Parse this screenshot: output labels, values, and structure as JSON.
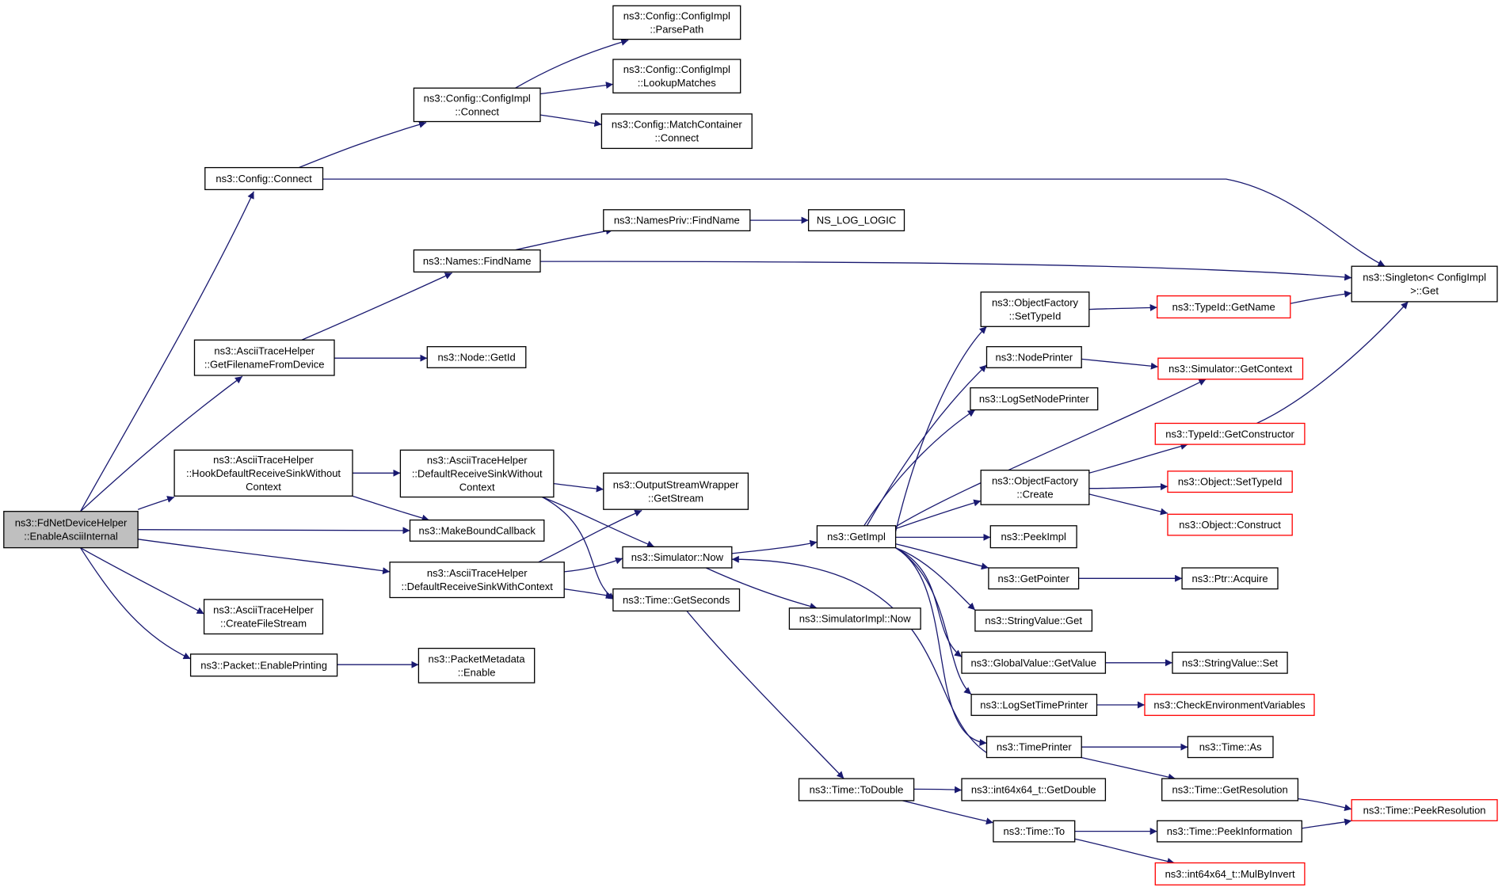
{
  "diagram": {
    "type": "doxygen-call-graph",
    "colors": {
      "edge": "#191970",
      "node_border": "#000000",
      "truncated_node_border": "#ff0000",
      "root_fill": "#bfbfbf",
      "node_fill": "#ffffff"
    },
    "nodes": [
      {
        "id": "root",
        "lines": [
          "ns3::FdNetDeviceHelper",
          "::EnableAsciiInternal"
        ],
        "style": "root"
      },
      {
        "id": "cfgconnect",
        "lines": [
          "ns3::Config::Connect"
        ]
      },
      {
        "id": "cimplconnect",
        "lines": [
          "ns3::Config::ConfigImpl",
          "::Connect"
        ]
      },
      {
        "id": "parsepath",
        "lines": [
          "ns3::Config::ConfigImpl",
          "::ParsePath"
        ]
      },
      {
        "id": "lookup",
        "lines": [
          "ns3::Config::ConfigImpl",
          "::LookupMatches"
        ]
      },
      {
        "id": "mcconnect",
        "lines": [
          "ns3::Config::MatchContainer",
          "::Connect"
        ]
      },
      {
        "id": "singleton",
        "lines": [
          "ns3::Singleton< ConfigImpl",
          ">::Get"
        ]
      },
      {
        "id": "namesfind",
        "lines": [
          "ns3::Names::FindName"
        ]
      },
      {
        "id": "privfind",
        "lines": [
          "ns3::NamesPriv::FindName"
        ]
      },
      {
        "id": "nslog",
        "lines": [
          "NS_LOG_LOGIC"
        ]
      },
      {
        "id": "getfilename",
        "lines": [
          "ns3::AsciiTraceHelper",
          "::GetFilenameFromDevice"
        ]
      },
      {
        "id": "getid",
        "lines": [
          "ns3::Node::GetId"
        ]
      },
      {
        "id": "hook",
        "lines": [
          "ns3::AsciiTraceHelper",
          "::HookDefaultReceiveSinkWithout",
          "Context"
        ]
      },
      {
        "id": "drsnoctx",
        "lines": [
          "ns3::AsciiTraceHelper",
          "::DefaultReceiveSinkWithout",
          "Context"
        ]
      },
      {
        "id": "getstream",
        "lines": [
          "ns3::OutputStreamWrapper",
          "::GetStream"
        ]
      },
      {
        "id": "makebound",
        "lines": [
          "ns3::MakeBoundCallback"
        ]
      },
      {
        "id": "drsctx",
        "lines": [
          "ns3::AsciiTraceHelper",
          "::DefaultReceiveSinkWithContext"
        ]
      },
      {
        "id": "simnow",
        "lines": [
          "ns3::Simulator::Now"
        ]
      },
      {
        "id": "getseconds",
        "lines": [
          "ns3::Time::GetSeconds"
        ]
      },
      {
        "id": "createfile",
        "lines": [
          "ns3::AsciiTraceHelper",
          "::CreateFileStream"
        ]
      },
      {
        "id": "enableprint",
        "lines": [
          "ns3::Packet::EnablePrinting"
        ]
      },
      {
        "id": "pmenable",
        "lines": [
          "ns3::PacketMetadata",
          "::Enable"
        ]
      },
      {
        "id": "simimplnow",
        "lines": [
          "ns3::SimulatorImpl::Now"
        ]
      },
      {
        "id": "getimpl",
        "lines": [
          "ns3::GetImpl"
        ]
      },
      {
        "id": "todouble",
        "lines": [
          "ns3::Time::ToDouble"
        ]
      },
      {
        "id": "ofsettype",
        "lines": [
          "ns3::ObjectFactory",
          "::SetTypeId"
        ]
      },
      {
        "id": "nodeprinter",
        "lines": [
          "ns3::NodePrinter"
        ]
      },
      {
        "id": "lognodeprinter",
        "lines": [
          "ns3::LogSetNodePrinter"
        ]
      },
      {
        "id": "ofcreate",
        "lines": [
          "ns3::ObjectFactory",
          "::Create"
        ]
      },
      {
        "id": "peekimpl",
        "lines": [
          "ns3::PeekImpl"
        ]
      },
      {
        "id": "getpointer",
        "lines": [
          "ns3::GetPointer"
        ]
      },
      {
        "id": "svget",
        "lines": [
          "ns3::StringValue::Get"
        ]
      },
      {
        "id": "gvgetvalue",
        "lines": [
          "ns3::GlobalValue::GetValue"
        ]
      },
      {
        "id": "logtimeprinter",
        "lines": [
          "ns3::LogSetTimePrinter"
        ]
      },
      {
        "id": "timeprinter",
        "lines": [
          "ns3::TimePrinter"
        ]
      },
      {
        "id": "getdouble",
        "lines": [
          "ns3::int64x64_t::GetDouble"
        ]
      },
      {
        "id": "timeto",
        "lines": [
          "ns3::Time::To"
        ]
      },
      {
        "id": "tidgetname",
        "lines": [
          "ns3::TypeId::GetName"
        ],
        "style": "red"
      },
      {
        "id": "getcontext",
        "lines": [
          "ns3::Simulator::GetContext"
        ],
        "style": "red"
      },
      {
        "id": "getctor",
        "lines": [
          "ns3::TypeId::GetConstructor"
        ],
        "style": "red"
      },
      {
        "id": "objsettype",
        "lines": [
          "ns3::Object::SetTypeId"
        ],
        "style": "red"
      },
      {
        "id": "objconstruct",
        "lines": [
          "ns3::Object::Construct"
        ],
        "style": "red"
      },
      {
        "id": "ptracquire",
        "lines": [
          "ns3::Ptr::Acquire"
        ]
      },
      {
        "id": "svset",
        "lines": [
          "ns3::StringValue::Set"
        ]
      },
      {
        "id": "checkenv",
        "lines": [
          "ns3::CheckEnvironmentVariables"
        ],
        "style": "red"
      },
      {
        "id": "timeas",
        "lines": [
          "ns3::Time::As"
        ]
      },
      {
        "id": "getres",
        "lines": [
          "ns3::Time::GetResolution"
        ]
      },
      {
        "id": "peekres",
        "lines": [
          "ns3::Time::PeekResolution"
        ],
        "style": "red"
      },
      {
        "id": "peekinfo",
        "lines": [
          "ns3::Time::PeekInformation"
        ]
      },
      {
        "id": "mulinv",
        "lines": [
          "ns3::int64x64_t::MulByInvert"
        ],
        "style": "red"
      }
    ]
  }
}
